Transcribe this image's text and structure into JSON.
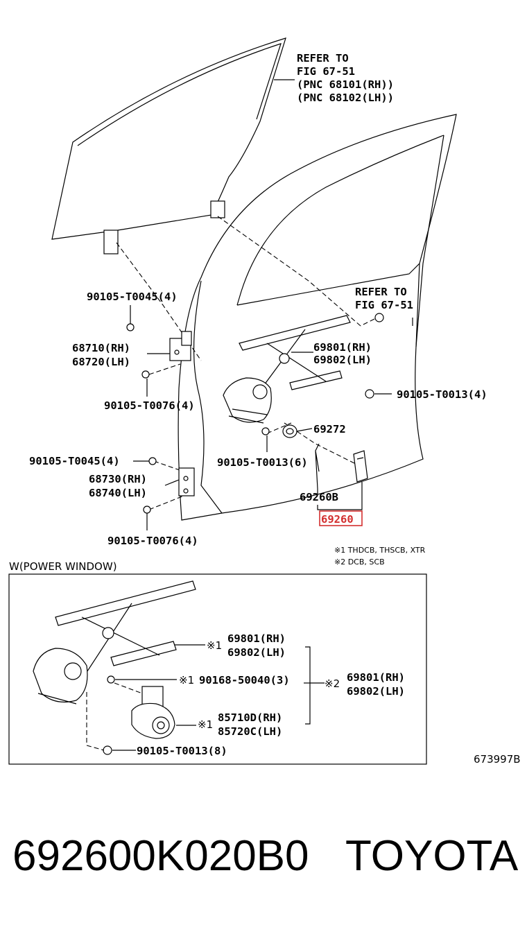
{
  "labels": {
    "refer_top": [
      "REFER TO",
      "FIG 67-51",
      "(PNC 68101(RH))",
      "(PNC 68102(LH))"
    ],
    "refer_mid": [
      "REFER TO",
      "FIG 67-51"
    ],
    "bolt_upper_top": "90105-T0045(4)",
    "hinge_upper": [
      "68710(RH)",
      "68720(LH)"
    ],
    "bolt_upper_bottom": "90105-T0076(4)",
    "regulator": [
      "69801(RH)",
      "69802(LH)"
    ],
    "bolt_regulator": "90105-T0013(4)",
    "cushion": "69272",
    "bolt_motor": "90105-T0013(6)",
    "bolt_lower_top": "90105-T0045(4)",
    "hinge_lower": [
      "68730(RH)",
      "68740(LH)"
    ],
    "handle_inner": "69260B",
    "handle": "69260",
    "bolt_lower_bottom": "90105-T0076(4)",
    "notes": [
      "※1  THDCB, THSCB, XTR",
      "※2  DCB, SCB"
    ],
    "section_title": "W(POWER WINDOW)",
    "inset_regulator": [
      "69801(RH)",
      "69802(LH)"
    ],
    "inset_mark1": "※1",
    "inset_mark2": "※2",
    "inset_bolt_a": "90168-50040(3)",
    "inset_assy": [
      "69801(RH)",
      "69802(LH)"
    ],
    "inset_motor": [
      "85710D(RH)",
      "85720C(LH)"
    ],
    "inset_bolt_b": "90105-T0013(8)",
    "drawing_code": "673997B"
  },
  "footer": {
    "part_number": "692600K020B0",
    "brand": "TOYOTA"
  },
  "colors": {
    "highlight": "#d32f2f"
  }
}
